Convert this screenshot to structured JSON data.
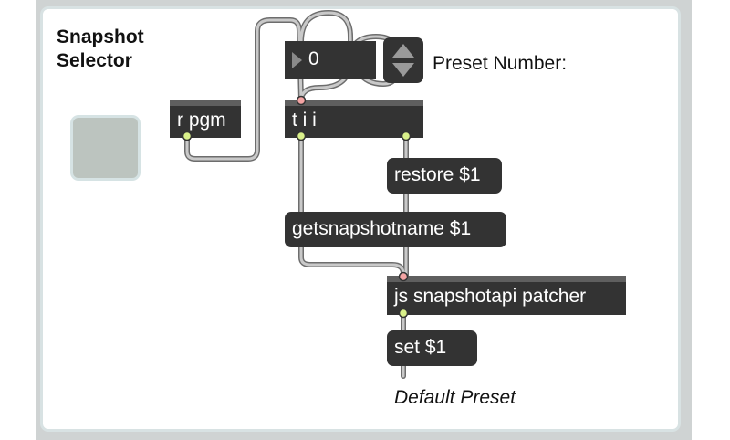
{
  "title": "Snapshot Selector",
  "preset_label": "Preset Number:",
  "number_box": {
    "value": "0"
  },
  "objects": {
    "receive": "r pgm",
    "trigger": "t i i",
    "js": "js snapshotapi patcher"
  },
  "messages": {
    "restore": "restore $1",
    "getname": "getsnapshotname $1",
    "set": "set $1"
  },
  "comment": "Default Preset",
  "colors": {
    "object_bg": "#333333",
    "inlet_hot": "#f3a3a3",
    "outlet": "#d9f08a",
    "cable": "#bdbdbd"
  }
}
